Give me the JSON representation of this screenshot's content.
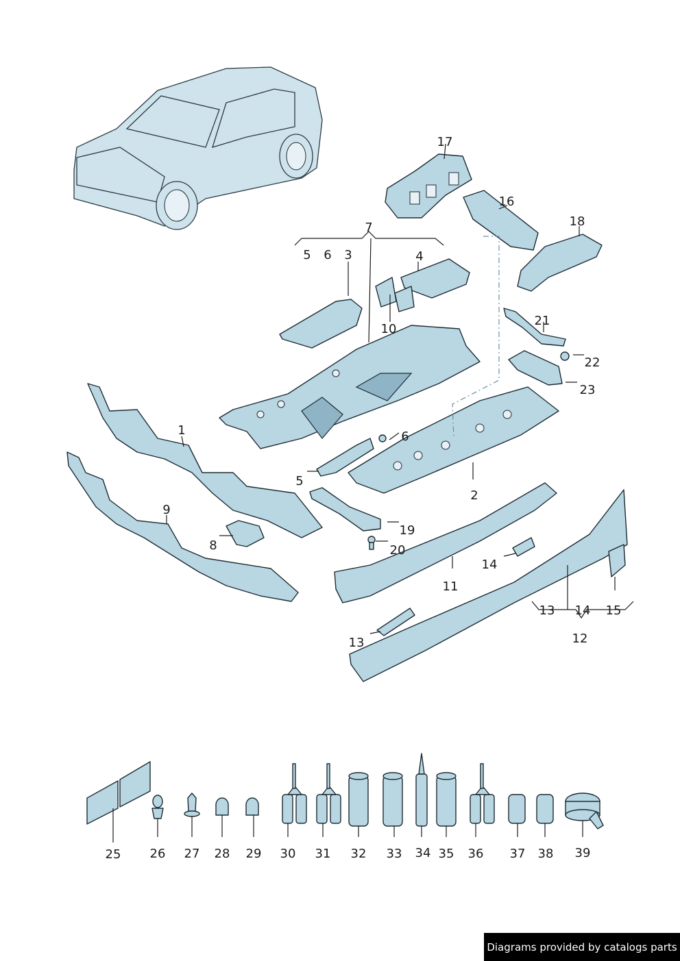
{
  "callouts": {
    "c1": "1",
    "c2": "2",
    "c3": "3",
    "c4": "4",
    "c5a": "5",
    "c5b": "5",
    "c6a": "6",
    "c6b": "6",
    "c7": "7",
    "c8": "8",
    "c9": "9",
    "c10": "10",
    "c11": "11",
    "c12": "12",
    "c13a": "13",
    "c13b": "13",
    "c14a": "14",
    "c14b": "14",
    "c15": "15",
    "c16": "16",
    "c17": "17",
    "c18": "18",
    "c19": "19",
    "c20": "20",
    "c21": "21",
    "c22": "22",
    "c23": "23"
  },
  "accessories": [
    "25",
    "26",
    "27",
    "28",
    "29",
    "30",
    "31",
    "32",
    "33",
    "34",
    "35",
    "36",
    "37",
    "38",
    "39"
  ],
  "footer": {
    "text": "Diagrams provided by catalogs parts"
  },
  "colors": {
    "part_fill": "#b9d6e3",
    "outline": "#1d2b33",
    "footer_bg": "#000000"
  }
}
